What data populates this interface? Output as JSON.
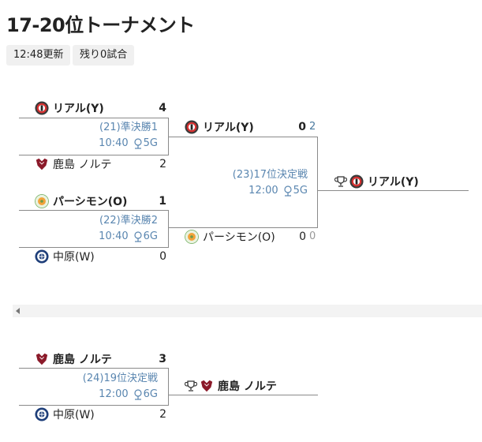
{
  "page": {
    "title": "17-20位トーナメント"
  },
  "status": {
    "updated": "12:48更新",
    "remaining": "残り0試合"
  },
  "bracket1": {
    "match21": {
      "label": "(21)準決勝1",
      "time": "10:40",
      "court": "5G",
      "top": {
        "name": "リアル(Y)",
        "score": "4",
        "logo": "real-logo"
      },
      "bottom": {
        "name": "鹿島 ノルテ",
        "score": "2",
        "logo": "kashima-logo"
      }
    },
    "match22": {
      "label": "(22)準決勝2",
      "time": "10:40",
      "court": "6G",
      "top": {
        "name": "パーシモン(O)",
        "score": "1",
        "logo": "persimmon-logo"
      },
      "bottom": {
        "name": "中原(W)",
        "score": "0",
        "logo": "nakahara-logo"
      }
    },
    "match23": {
      "label": "(23)17位決定戦",
      "time": "12:00",
      "court": "5G",
      "top": {
        "name": "リアル(Y)",
        "score": "0",
        "pk": "2",
        "logo": "real-logo"
      },
      "bottom": {
        "name": "パーシモン(O)",
        "score": "0",
        "pk": "0",
        "logo": "persimmon-logo"
      }
    },
    "winner": {
      "name": "リアル(Y)",
      "icon": "trophy-icon"
    }
  },
  "bracket2": {
    "match24": {
      "label": "(24)19位決定戦",
      "time": "12:00",
      "court": "6G",
      "top": {
        "name": "鹿島 ノルテ",
        "score": "3",
        "logo": "kashima-logo"
      },
      "bottom": {
        "name": "中原(W)",
        "score": "2",
        "logo": "nakahara-logo"
      }
    },
    "winner": {
      "name": "鹿島 ノルテ",
      "icon": "trophy-icon"
    }
  },
  "colors": {
    "info": "#5a86b0",
    "pk": "#4a7a9f",
    "line": "#8a8a8a",
    "chip": "#f0f0f0"
  }
}
